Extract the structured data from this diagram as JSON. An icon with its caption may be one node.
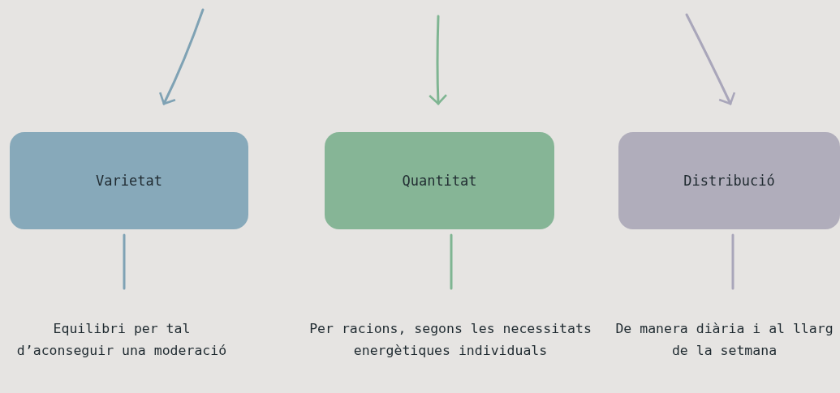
{
  "diagram": {
    "nodes": [
      {
        "text": [
          "Varietat"
        ]
      },
      {
        "text": [
          "Quantitat"
        ]
      },
      {
        "text": [
          "Distribució"
        ]
      },
      {
        "text": [
          "Equilibri per tal d’aconseguir una moderació"
        ]
      },
      {
        "text": [
          "Per racions, segons les necessitats energètiques individuals"
        ]
      },
      {
        "text": [
          "De manera diària i al llarg de la setmana"
        ]
      }
    ],
    "edges": [
      {
        "from": null,
        "to": 0,
        "arrow": "to",
        "color": "#7fa2b4"
      },
      {
        "from": null,
        "to": 1,
        "arrow": "to",
        "color": "#7fb592"
      },
      {
        "from": null,
        "to": 2,
        "arrow": "to",
        "color": "#a9a6ba"
      },
      {
        "from": 0,
        "to": 3,
        "arrow": "none",
        "color": "#7fa2b4"
      },
      {
        "from": 1,
        "to": 4,
        "arrow": "none",
        "color": "#7fb592"
      },
      {
        "from": 2,
        "to": 5,
        "arrow": "none",
        "color": "#a9a6ba"
      }
    ]
  }
}
